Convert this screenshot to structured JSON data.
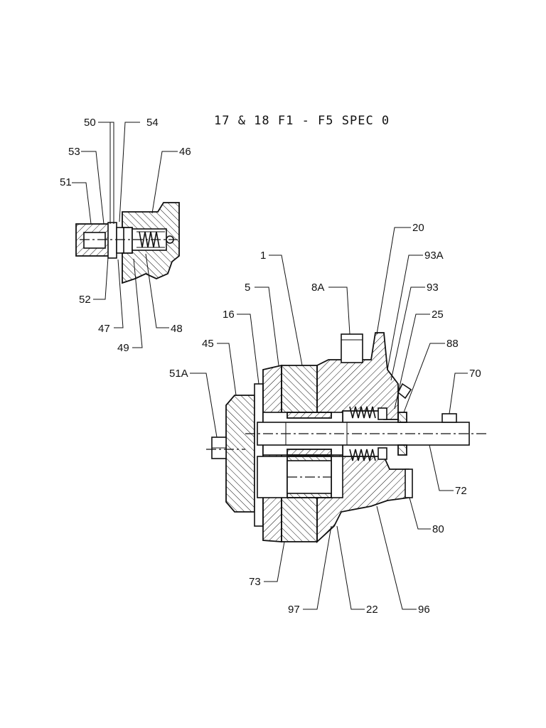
{
  "title": "17 & 18 F1 - F5  SPEC 0",
  "callouts": {
    "c50": "50",
    "c54": "54",
    "c53": "53",
    "c46": "46",
    "c51": "51",
    "c52": "52",
    "c47": "47",
    "c48": "48",
    "c49": "49",
    "c20": "20",
    "c1": "1",
    "c93a": "93A",
    "c5": "5",
    "c8a": "8A",
    "c93": "93",
    "c16": "16",
    "c25": "25",
    "c45": "45",
    "c88": "88",
    "c51a": "51A",
    "c70": "70",
    "c72": "72",
    "c80": "80",
    "c73": "73",
    "c97": "97",
    "c22": "22",
    "c96": "96"
  }
}
